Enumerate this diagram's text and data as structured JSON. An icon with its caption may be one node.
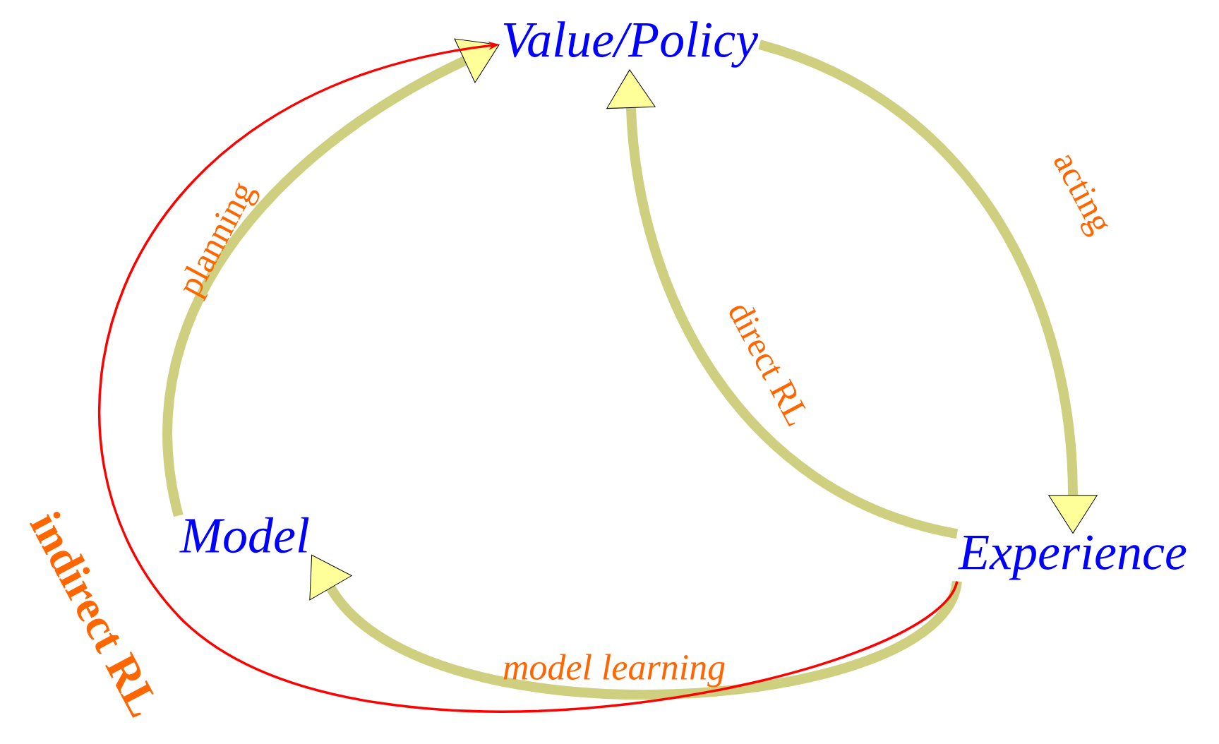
{
  "diagram": {
    "nodes": [
      {
        "text": [
          "Value/Policy"
        ]
      },
      {
        "text": [
          "Experience"
        ]
      },
      {
        "text": [
          "Model"
        ]
      }
    ],
    "edges": [
      {
        "from": 0,
        "to": 1,
        "arrow": "to",
        "label": "acting"
      },
      {
        "from": 1,
        "to": 0,
        "arrow": "to",
        "label": "direct RL"
      },
      {
        "from": 1,
        "to": 2,
        "arrow": "to",
        "label": "*model learning*"
      },
      {
        "from": 2,
        "to": 0,
        "arrow": "to",
        "label": "planning"
      },
      {
        "from": 1,
        "to": 0,
        "arrow": "to",
        "label": "**indirect RL**",
        "color": "#ff0000"
      }
    ]
  }
}
